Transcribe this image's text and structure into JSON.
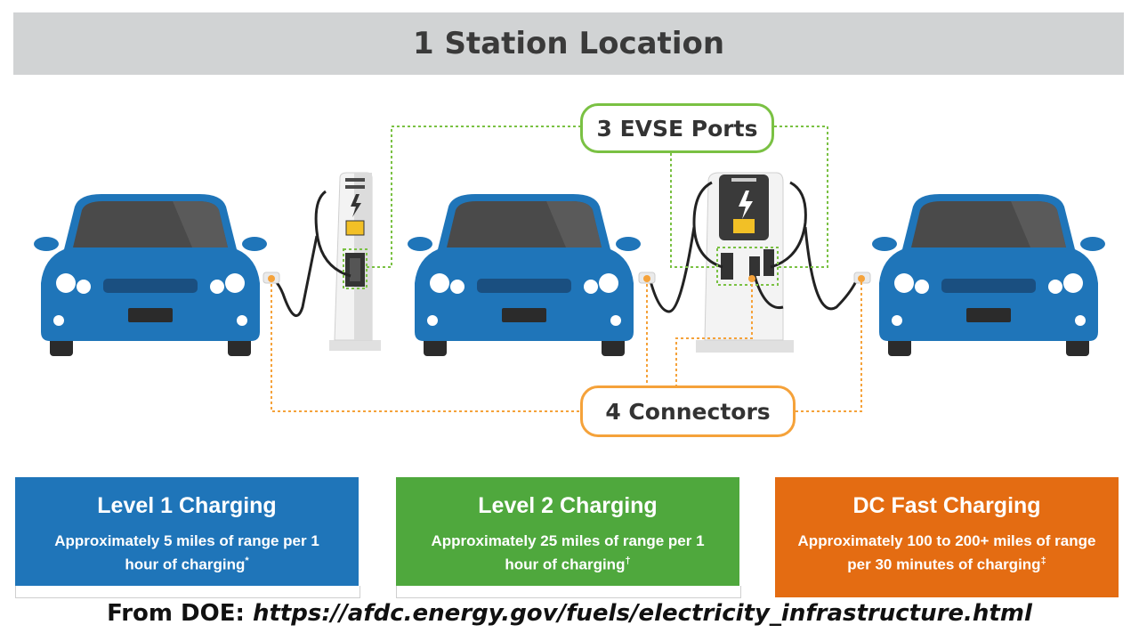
{
  "header": {
    "title": "1 Station Location"
  },
  "callouts": {
    "evse_ports": "3 EVSE Ports",
    "connectors": "4 Connectors"
  },
  "colors": {
    "car_body": "#1f75b9",
    "evse_line": "#7ac143",
    "connector_line": "#f5a23a",
    "level1": "#1f75b9",
    "level2": "#4fa83d",
    "dc_fast": "#e46c12"
  },
  "cards": [
    {
      "name": "Level 1 Charging",
      "desc": "Approximately 5 miles of range per 1 hour of charging",
      "mark": "*"
    },
    {
      "name": "Level 2 Charging",
      "desc": "Approximately 25 miles of range per 1 hour of charging",
      "mark": "†"
    },
    {
      "name": "DC Fast Charging",
      "desc": "Approximately 100 to 200+ miles of range per 30 minutes of charging",
      "mark": "‡"
    }
  ],
  "footer": {
    "prefix": "From DOE: ",
    "url": "https://afdc.energy.gov/fuels/electricity_infrastructure.html"
  }
}
